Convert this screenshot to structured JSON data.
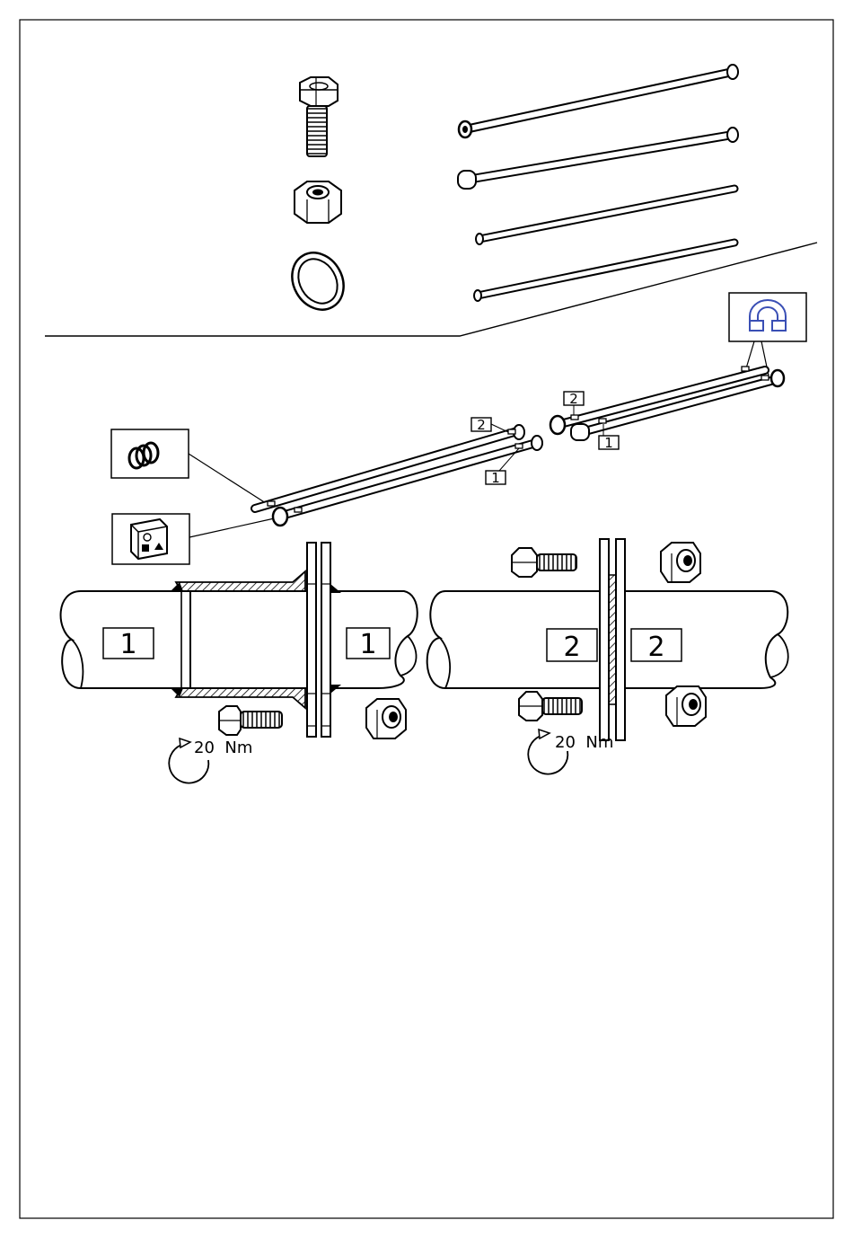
{
  "labels": {
    "tube_one": "1",
    "tube_two": "2"
  },
  "torque": {
    "left": "20  Nm",
    "right": "20  Nm"
  },
  "icons": {
    "assembly_badge": "magnet-icon",
    "spring_badge": "spring-icon",
    "box_badge": "module-box-icon"
  },
  "colors": {
    "line": "#000000",
    "accent_icon": "#3a4fb5",
    "paper": "#ffffff"
  }
}
